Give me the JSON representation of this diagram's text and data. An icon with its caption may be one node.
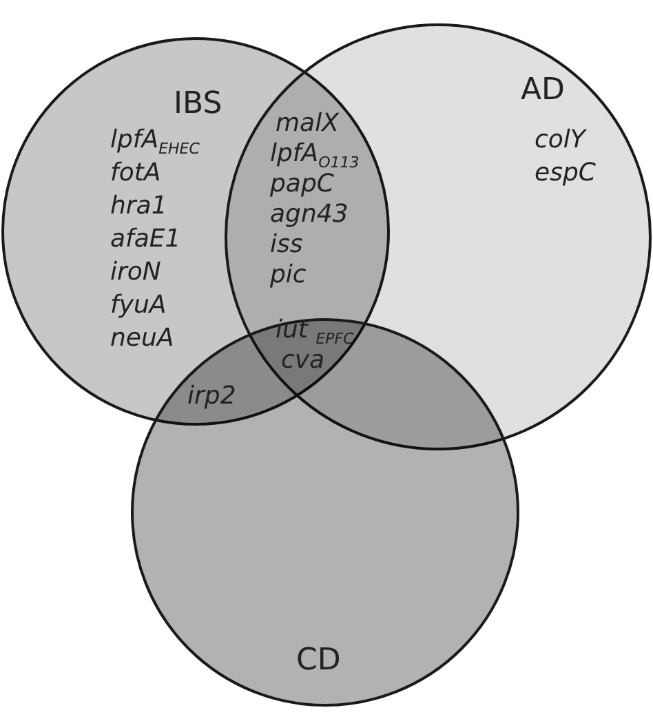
{
  "diagram": {
    "nodes": [
      {
        "text": [
          "IBS"
        ]
      },
      {
        "text": [
          "AD"
        ]
      },
      {
        "text": [
          "CD"
        ]
      }
    ],
    "labels": [
      "lpfA$_{EHEC}$",
      "fotA",
      "hra1",
      "afaE1",
      "iroN",
      "fyuA",
      "neuA",
      "malX",
      "lpfA$_{O113}$",
      "papC",
      "agn43",
      "iss",
      "pic",
      "colY",
      "espC",
      "iut $_{EPFC}$",
      "cva",
      "irp2"
    ]
  }
}
